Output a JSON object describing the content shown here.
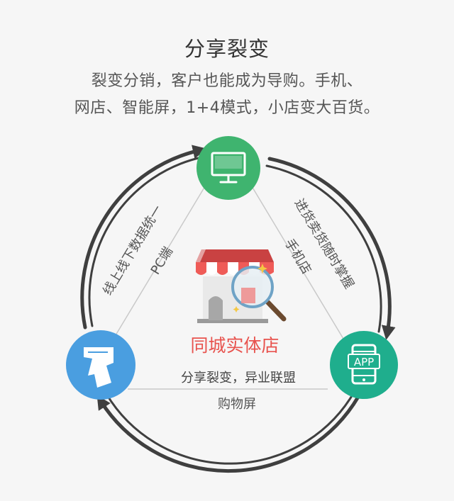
{
  "header": {
    "title": "分享裂变",
    "subtitle_line1": "裂变分销，客户也能成为导购。手机、",
    "subtitle_line2": "网店、智能屏，1+4模式，小店变大百货。"
  },
  "nodes": {
    "top": {
      "icon": "monitor-icon"
    },
    "left": {
      "icon": "touch-screen-icon"
    },
    "right": {
      "icon": "smartphone-icon",
      "label": "APP"
    }
  },
  "edges": {
    "left_line1": "线上线下数据统一",
    "left_line2": "PC端",
    "right_line1": "进货卖货随时掌握",
    "right_line2": "手机店",
    "bottom": "购物屏"
  },
  "center": {
    "icon": "storefront-search-icon",
    "title": "同城实体店",
    "subtitle": "分享裂变，异业联盟"
  },
  "colors": {
    "top_node": "#3fb46f",
    "left_node": "#4a9ee0",
    "right_node": "#1fae8d",
    "center_title": "#e8534e",
    "ring": "#3f3f3f"
  }
}
